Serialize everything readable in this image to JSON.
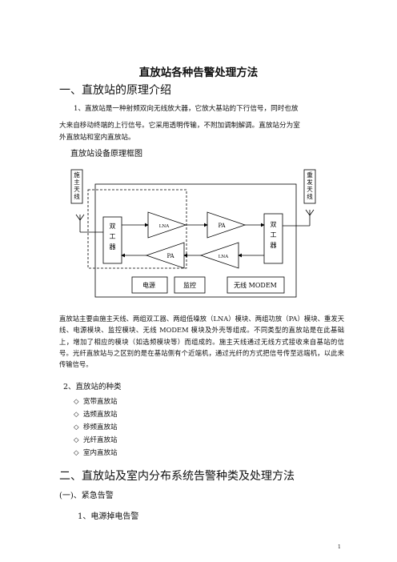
{
  "title": "直放站各种告警处理方法",
  "section1": {
    "heading": "一、直放站的原理介绍",
    "intro_line1": "1、直放站是一种射频双向无线放大器，它放大基站的下行信号，同时也放",
    "intro_line2": "大来自移动终端的上行信号。它采用透明传输，不附加调制解调。直放站分为室",
    "intro_line3": "外直放站和室内直放站。",
    "diagram_caption": "直放站设备原理框图",
    "diagram": {
      "donor_antenna": [
        "施",
        "主",
        "天",
        "线"
      ],
      "service_antenna": [
        "重",
        "发",
        "天",
        "线"
      ],
      "duplexer_left": [
        "双",
        "工",
        "器"
      ],
      "duplexer_right": [
        "双",
        "工",
        "器"
      ],
      "lna_top": "LNA",
      "pa_top": "PA",
      "pa_bottom": "PA",
      "lna_bottom": "LNA",
      "power": "电源",
      "monitor": "监控",
      "modem": "无线 MODEM"
    },
    "description": "直放站主要由施主天线、两组双工器、两组低噪放（LNA）模块、两组功放（PA）模块、重发天线、电源模块、监控模块、无线 MODEM 模块及外壳等组成。不同类型的直放站是在此基础上，增加了相应的模块（如选频模块等）而组成的。施主天线通过无线方式接收来自基站的信号。光纤直放站与之区别的是在基站侧有个近端机，通过光纤的方式把信号传至远端机，以此来传输信号。",
    "types_heading": "2、直放站的种类",
    "types": [
      "宽带直放站",
      "选频直放站",
      "移频直放站",
      "光纤直放站",
      "室内直放站"
    ],
    "bullet": "◇"
  },
  "section2": {
    "heading": "二、直放站及室内分布系统告警种类及处理方法",
    "sub_heading": "(一)、紧急告警",
    "item1": "1、电源掉电告警"
  },
  "page_number": "1"
}
